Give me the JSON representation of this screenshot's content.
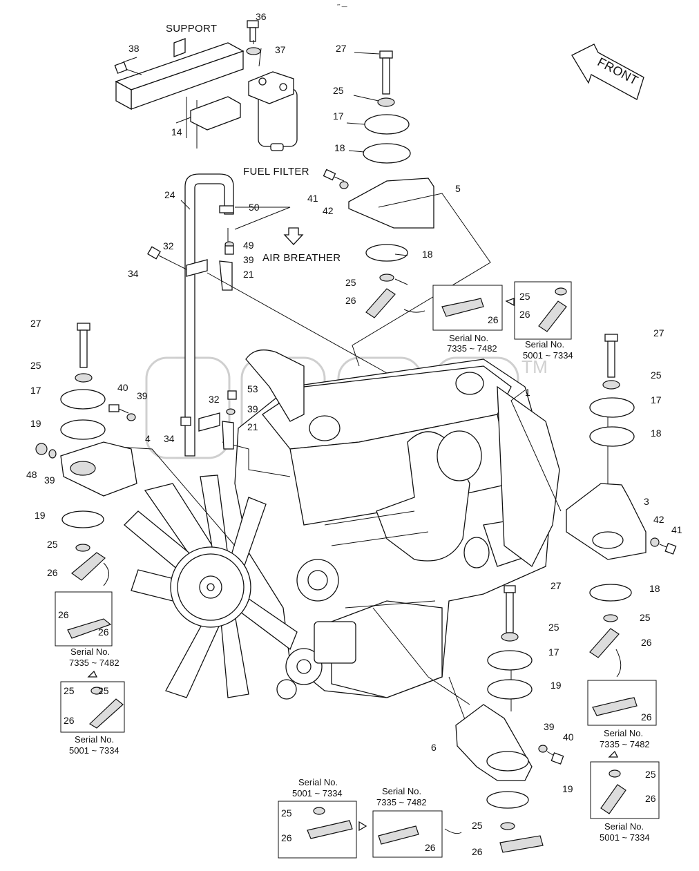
{
  "captions": {
    "support": "SUPPORT",
    "fuel_filter": "FUEL FILTER",
    "air_breather": "AIR BREATHER",
    "front": "FRONT",
    "tm": "TM",
    "top_mark": "‘” —"
  },
  "serials": {
    "range_a": "7335 ~ 7482",
    "range_b": "5001 ~ 7334",
    "serial_label": "Serial No."
  },
  "callouts": [
    {
      "id": "c36",
      "text": "36"
    },
    {
      "id": "c37",
      "text": "37"
    },
    {
      "id": "c38",
      "text": "38"
    },
    {
      "id": "c14",
      "text": "14"
    },
    {
      "id": "c27a",
      "text": "27"
    },
    {
      "id": "c25a",
      "text": "25"
    },
    {
      "id": "c17a",
      "text": "17"
    },
    {
      "id": "c18a",
      "text": "18"
    },
    {
      "id": "c41a",
      "text": "41"
    },
    {
      "id": "c42a",
      "text": "42"
    },
    {
      "id": "c5",
      "text": "5"
    },
    {
      "id": "c24",
      "text": "24"
    },
    {
      "id": "c50",
      "text": "50"
    },
    {
      "id": "c49",
      "text": "49"
    },
    {
      "id": "c39a",
      "text": "39"
    },
    {
      "id": "c21a",
      "text": "21"
    },
    {
      "id": "c32a",
      "text": "32"
    },
    {
      "id": "c34a",
      "text": "34"
    },
    {
      "id": "c18b",
      "text": "18"
    },
    {
      "id": "c25b",
      "text": "25"
    },
    {
      "id": "c26a",
      "text": "26"
    },
    {
      "id": "c26b",
      "text": "26"
    },
    {
      "id": "c25c",
      "text": "25"
    },
    {
      "id": "c26c",
      "text": "26"
    },
    {
      "id": "c27b",
      "text": "27"
    },
    {
      "id": "c25d",
      "text": "25"
    },
    {
      "id": "c17b",
      "text": "17"
    },
    {
      "id": "c40a",
      "text": "40"
    },
    {
      "id": "c39b",
      "text": "39"
    },
    {
      "id": "c19a",
      "text": "19"
    },
    {
      "id": "c4",
      "text": "4"
    },
    {
      "id": "c48",
      "text": "48"
    },
    {
      "id": "c39c",
      "text": "39"
    },
    {
      "id": "c19b",
      "text": "19"
    },
    {
      "id": "c25e",
      "text": "25"
    },
    {
      "id": "c26d",
      "text": "26"
    },
    {
      "id": "c53",
      "text": "53"
    },
    {
      "id": "c32b",
      "text": "32"
    },
    {
      "id": "c39d",
      "text": "39"
    },
    {
      "id": "c21b",
      "text": "21"
    },
    {
      "id": "c34b",
      "text": "34"
    },
    {
      "id": "c27c",
      "text": "27"
    },
    {
      "id": "c25f",
      "text": "25"
    },
    {
      "id": "c17c",
      "text": "17"
    },
    {
      "id": "c18c",
      "text": "18"
    },
    {
      "id": "c1",
      "text": "1"
    },
    {
      "id": "c3",
      "text": "3"
    },
    {
      "id": "c42b",
      "text": "42"
    },
    {
      "id": "c41b",
      "text": "41"
    },
    {
      "id": "c18d",
      "text": "18"
    },
    {
      "id": "c25g",
      "text": "25"
    },
    {
      "id": "c26e",
      "text": "26"
    },
    {
      "id": "c26f",
      "text": "26"
    },
    {
      "id": "c25h",
      "text": "25"
    },
    {
      "id": "c26g",
      "text": "26"
    },
    {
      "id": "c26h",
      "text": "26"
    },
    {
      "id": "c25i",
      "text": "25"
    },
    {
      "id": "c26i",
      "text": "26"
    },
    {
      "id": "c27d",
      "text": "27"
    },
    {
      "id": "c25j",
      "text": "25"
    },
    {
      "id": "c17d",
      "text": "17"
    },
    {
      "id": "c19c",
      "text": "19"
    },
    {
      "id": "c6",
      "text": "6"
    },
    {
      "id": "c39e",
      "text": "39"
    },
    {
      "id": "c40b",
      "text": "40"
    },
    {
      "id": "c19d",
      "text": "19"
    },
    {
      "id": "c25k",
      "text": "25"
    },
    {
      "id": "c26j",
      "text": "26"
    },
    {
      "id": "c25l",
      "text": "25"
    },
    {
      "id": "c26k",
      "text": "26"
    },
    {
      "id": "c26l",
      "text": "26"
    },
    {
      "id": "c25m",
      "text": "25"
    },
    {
      "id": "c26m",
      "text": "26"
    }
  ]
}
